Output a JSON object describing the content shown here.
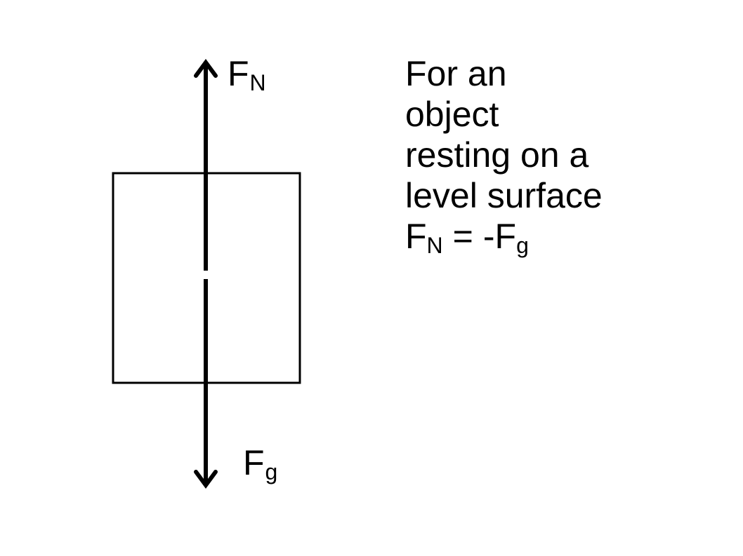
{
  "forces": {
    "normal": {
      "symbol": "F",
      "subscript": "N"
    },
    "gravity": {
      "symbol": "F",
      "subscript": "g"
    }
  },
  "caption": {
    "lines": [
      "For an",
      "object",
      "resting on a",
      "level surface"
    ],
    "equation": {
      "lhs_symbol": "F",
      "lhs_subscript": "N",
      "operator": "=",
      "rhs_symbol": "-F",
      "rhs_subscript": "g"
    }
  }
}
